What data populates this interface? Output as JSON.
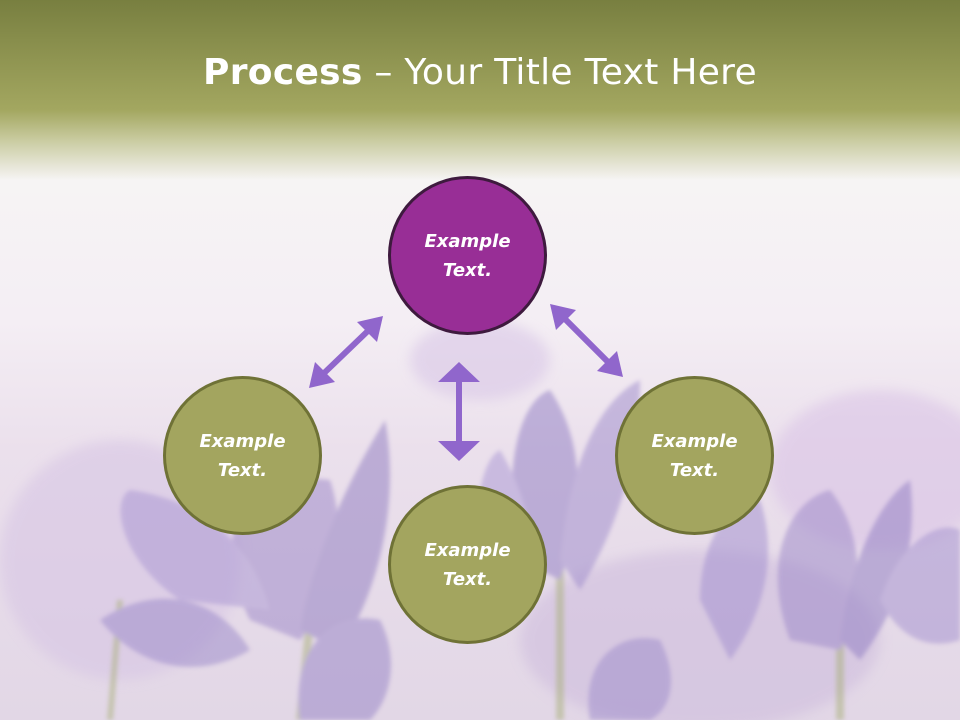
{
  "slide": {
    "title_bold": "Process",
    "title_rest": " – Your Title Text Here"
  },
  "nodes": [
    {
      "id": "top",
      "label": "Example\nText."
    },
    {
      "id": "left",
      "label": "Example\nText."
    },
    {
      "id": "right",
      "label": "Example\nText."
    },
    {
      "id": "bottom",
      "label": "Example\nText."
    }
  ],
  "colors": {
    "header": "#a3a760",
    "accent_node": "#982e96",
    "node": "#a3a55f",
    "arrow": "#9066cc"
  }
}
